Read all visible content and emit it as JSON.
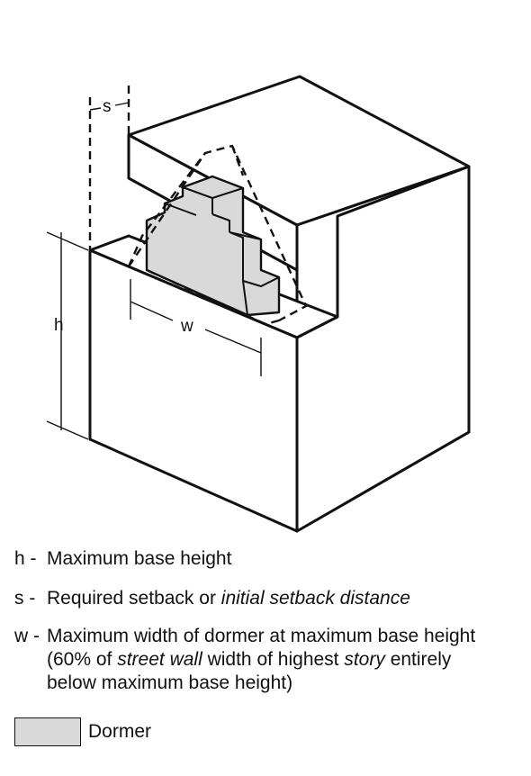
{
  "diagram": {
    "dimension_labels": {
      "s": "s",
      "h": "h",
      "w": "w"
    },
    "colors": {
      "dormer_fill": "#d9d9d9",
      "line": "#111111"
    }
  },
  "legend": {
    "h": {
      "key": "h -",
      "text": "Maximum base height"
    },
    "s": {
      "key": "s -",
      "text_plain": "Required setback or ",
      "text_italic": "initial setback distance"
    },
    "w": {
      "key": "w -",
      "text_1": "Maximum width of dormer at maximum base height (60% of ",
      "text_italic_1": "street wall",
      "text_2": " width of highest ",
      "text_italic_2": "story",
      "text_3": " entirely below maximum base height)"
    },
    "dormer": {
      "label": "Dormer"
    }
  }
}
